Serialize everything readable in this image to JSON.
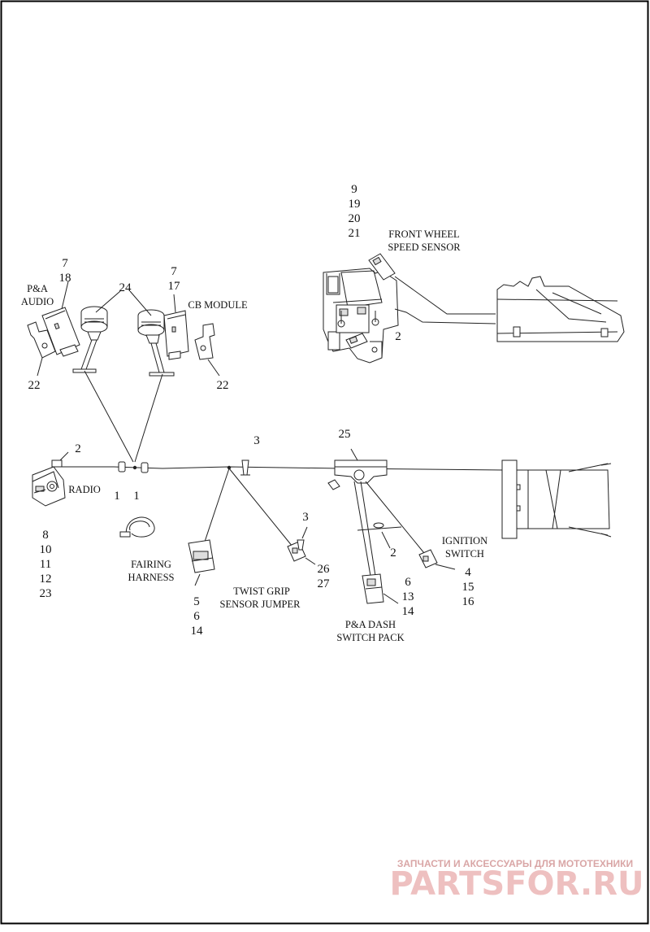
{
  "labels": {
    "front_wheel_1": "FRONT WHEEL",
    "front_wheel_2": "SPEED SENSOR",
    "pa_audio_1": "P&A",
    "pa_audio_2": "AUDIO",
    "cb_module": "CB MODULE",
    "radio": "RADIO",
    "fairing_1": "FAIRING",
    "fairing_2": "HARNESS",
    "twist_1": "TWIST GRIP",
    "twist_2": "SENSOR JUMPER",
    "ignition_1": "IGNITION",
    "ignition_2": "SWITCH",
    "padash_1": "P&A DASH",
    "padash_2": "SWITCH PACK"
  },
  "callouts": {
    "sensor": [
      "9",
      "19",
      "20",
      "21"
    ],
    "sensor_clip": "2",
    "audio": [
      "7",
      "18"
    ],
    "plugs": "24",
    "cb": [
      "7",
      "17"
    ],
    "bracket_left": "22",
    "bracket_right": "22",
    "radio_clip": "2",
    "radio": [
      "8",
      "10",
      "11",
      "12",
      "23"
    ],
    "clip_a": "1",
    "clip_b": "1",
    "pushpin_a": "3",
    "pushpin_b": "3",
    "bracket_25": "25",
    "dash_clip": "2",
    "fairing": [
      "5",
      "6",
      "14"
    ],
    "twist": [
      "26",
      "27"
    ],
    "padash": [
      "6",
      "13",
      "14"
    ],
    "ignition": [
      "4",
      "15",
      "16"
    ]
  },
  "watermark": {
    "top": "ЗАПЧАСТИ И АКСЕССУАРЫ ДЛЯ МОТОТЕХНИКИ",
    "brand": "PARTSFOR.RU"
  },
  "colors": {
    "line": "#222222",
    "watermark": "#e8b4b4"
  }
}
